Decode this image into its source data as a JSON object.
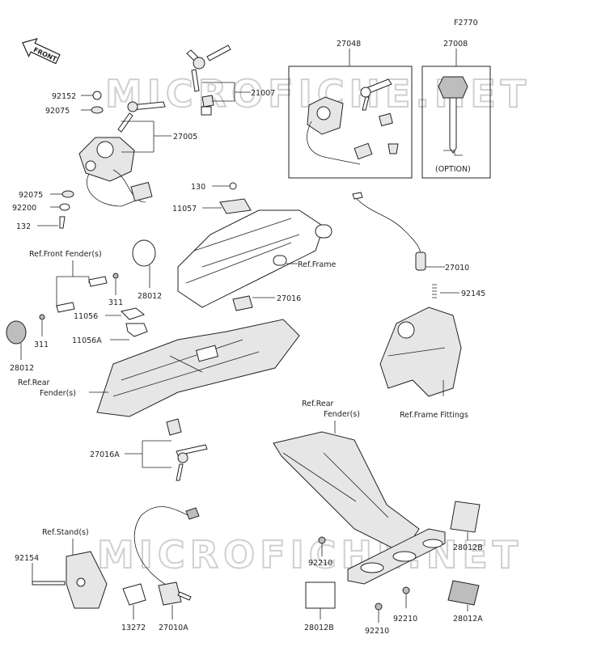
{
  "figure_code": "F2770",
  "watermark": "MICROFICHE.NET",
  "front_indicator": "FRONT",
  "labels": {
    "p27048": "27048",
    "p27008": "27008",
    "option": "(OPTION)",
    "p92152": "92152",
    "p92075a": "92075",
    "p21007": "21007",
    "p27005": "27005",
    "p92075b": "92075",
    "p92200": "92200",
    "p132": "132",
    "p130": "130",
    "p11057": "11057",
    "ref_front_fender": "Ref.Front Fender(s)",
    "ref_frame": "Ref.Frame",
    "p28012a": "28012",
    "p311a": "311",
    "p27016": "27016",
    "p27010": "27010",
    "p92145": "92145",
    "p11056": "11056",
    "p11056a": "11056A",
    "p311b": "311",
    "p28012b": "28012",
    "ref_rear_fender_1": "Ref.Rear",
    "ref_rear_fender_2": "Fender(s)",
    "ref_frame_fittings": "Ref.Frame Fittings",
    "ref_rear_fender_r1": "Ref.Rear",
    "ref_rear_fender_r2": "Fender(s)",
    "p27016a": "27016A",
    "ref_stands": "Ref.Stand(s)",
    "p92154": "92154",
    "p13272": "13272",
    "p27010a": "27010A",
    "p28012b_top": "28012B",
    "p92210a": "92210",
    "p92210b": "92210",
    "p92210c": "92210",
    "p28012b_bot": "28012B",
    "p28012a_right": "28012A"
  },
  "icons": [
    "front-arrow-icon"
  ]
}
